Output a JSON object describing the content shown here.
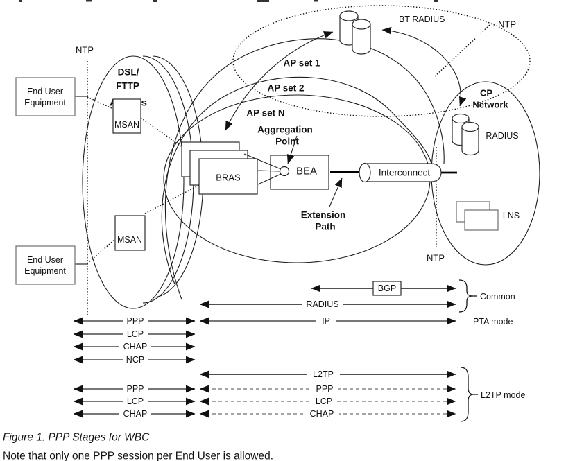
{
  "figure": {
    "caption": "Figure 1. PPP Stages for WBC",
    "note": "Note that only one PPP session per End User is allowed."
  },
  "markers": {
    "ntp_left": "NTP",
    "ntp_top": "NTP",
    "ntp_right": "NTP"
  },
  "zones": {
    "access": {
      "title1": "DSL/",
      "title2": "FTTP",
      "title3": "Access"
    },
    "cp": {
      "title1": "CP",
      "title2": "Network"
    },
    "ap_sets": [
      "AP set 1",
      "AP set 2",
      "AP set N"
    ]
  },
  "nodes": {
    "end_user_line1": "End User",
    "end_user_line2": "Equipment",
    "msan": "MSAN",
    "bras": "BRAS",
    "bea": "BEA",
    "aggregation_line1": "Aggregation",
    "aggregation_line2": "Point",
    "extension_line1": "Extension",
    "extension_line2": "Path",
    "interconnect": "Interconnect",
    "bt_radius": "BT RADIUS",
    "radius": "RADIUS",
    "lns": "LNS"
  },
  "stages": {
    "common": {
      "bgp": "BGP",
      "radius": "RADIUS",
      "label": "Common"
    },
    "pta": {
      "ip": "IP",
      "label": "PTA mode",
      "rows": [
        "PPP",
        "LCP",
        "CHAP",
        "NCP"
      ]
    },
    "l2tp": {
      "l2tp": "L2TP",
      "label": "L2TP mode",
      "left_rows": [
        "PPP",
        "LCP",
        "CHAP"
      ],
      "right_rows": [
        "PPP",
        "LCP",
        "CHAP"
      ]
    }
  }
}
